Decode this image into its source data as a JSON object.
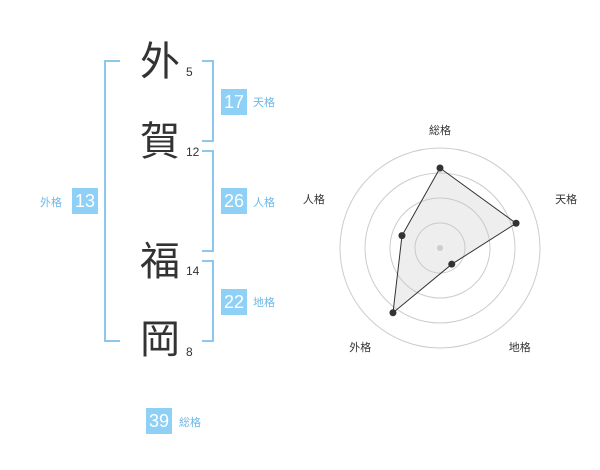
{
  "name": {
    "chars": [
      {
        "char": "外",
        "strokes": "5"
      },
      {
        "char": "賀",
        "strokes": "12"
      },
      {
        "char": "福",
        "strokes": "14"
      },
      {
        "char": "岡",
        "strokes": "8"
      }
    ]
  },
  "kakusu": {
    "tenkaku": {
      "value": "17",
      "label": "天格"
    },
    "jinkaku": {
      "value": "26",
      "label": "人格"
    },
    "chikaku": {
      "value": "22",
      "label": "地格"
    },
    "gaikaku": {
      "value": "13",
      "label": "外格"
    },
    "soukaku": {
      "value": "39",
      "label": "総格"
    }
  },
  "colors": {
    "bracket": "#8cc8ee",
    "box": "#8fd0f6",
    "label": "#6cb8e6"
  },
  "chart_data": {
    "type": "radar",
    "axes": [
      "総格",
      "天格",
      "地格",
      "外格",
      "人格"
    ],
    "values": [
      4,
      4,
      1,
      4,
      2
    ],
    "max": 5,
    "rings": 4
  }
}
